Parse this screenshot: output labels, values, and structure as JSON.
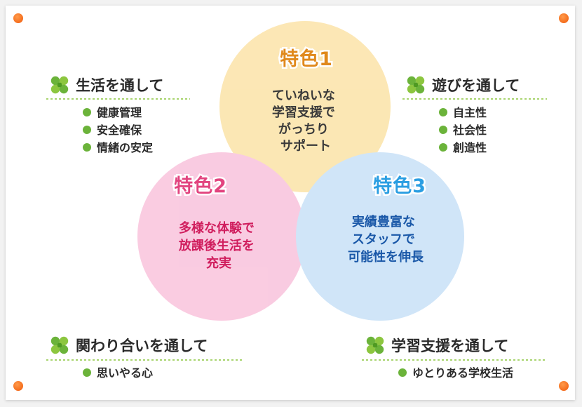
{
  "features": [
    {
      "title": "特色1",
      "lines": [
        "ていねいな",
        "学習支援で",
        "がっちり",
        "サポート"
      ]
    },
    {
      "title": "特色2",
      "lines": [
        "多様な体験で",
        "放課後生活を",
        "充実"
      ]
    },
    {
      "title": "特色3",
      "lines": [
        "実績豊富な",
        "スタッフで",
        "可能性を伸長"
      ]
    }
  ],
  "categories": [
    {
      "title": "生活を通して",
      "items": [
        "健康管理",
        "安全確保",
        "情緒の安定"
      ]
    },
    {
      "title": "遊びを通して",
      "items": [
        "自主性",
        "社会性",
        "創造性"
      ]
    },
    {
      "title": "関わり合いを通して",
      "items": [
        "思いやる心"
      ]
    },
    {
      "title": "学習支援を通して",
      "items": [
        "ゆとりある学校生活"
      ]
    }
  ],
  "colors": {
    "circle1": "#fbe3a8",
    "circle2": "#f9c3dc",
    "circle3": "#c8e1f7",
    "title1": "#e0891c",
    "title2": "#e2447f",
    "title3": "#2a9ee2",
    "text1": "#3a3a3a",
    "text2": "#d01e5e",
    "text3": "#1a58a8",
    "accent": "#5aa829",
    "bullet": "#6bb33a"
  }
}
